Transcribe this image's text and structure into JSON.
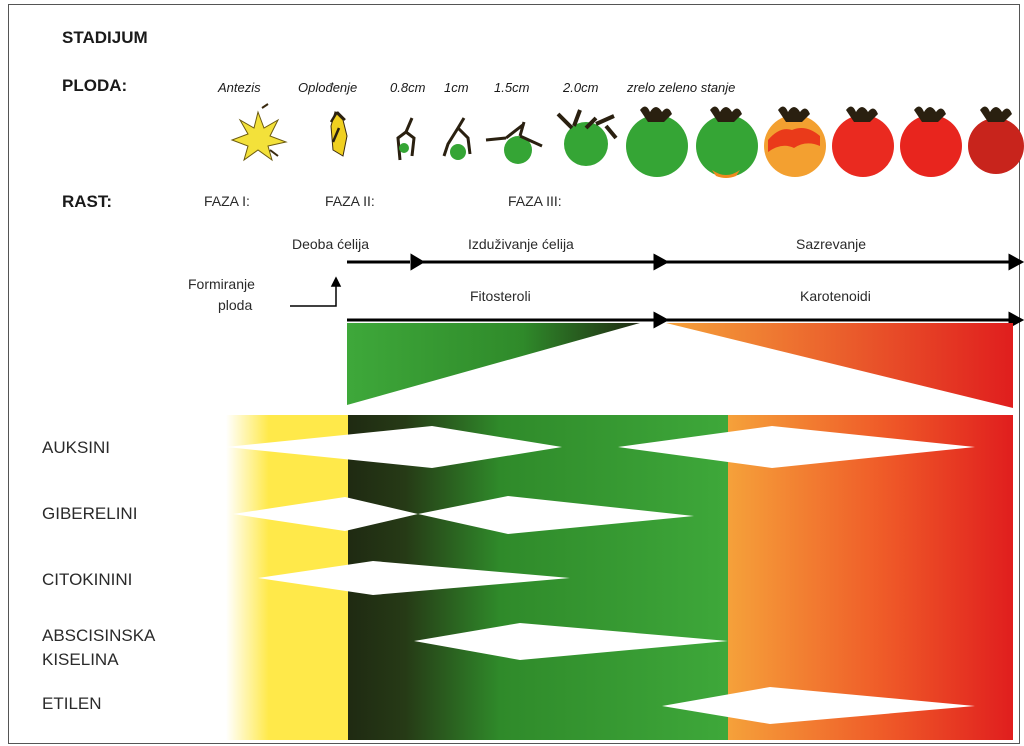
{
  "headers": {
    "stadijum": "STADIJUM",
    "ploda": "PLODA:",
    "rast": "RAST:"
  },
  "stages": [
    "Antezis",
    "Oplođenje",
    "0.8cm",
    "1cm",
    "1.5cm",
    "2.0cm",
    "zrelo zeleno stanje"
  ],
  "phases": [
    "FAZA I:",
    "FAZA II:",
    "FAZA III:"
  ],
  "processes": {
    "deoba": "Deoba ćelija",
    "izduzivanje": "Izduživanje ćelija",
    "sazrevanje": "Sazrevanje",
    "formiranje_line1": "Formiranje",
    "formiranje_line2": "ploda",
    "fitosteroli": "Fitosteroli",
    "karotenoidi": "Karotenoidi"
  },
  "hormones": {
    "auksini": "AUKSINI",
    "giberelini": "GIBERELINI",
    "citokinini": "CITOKININI",
    "abscisinska_line1": "ABSCISINSKA",
    "abscisinska_line2": "KISELINA",
    "etilen": "ETILEN"
  },
  "colors": {
    "yellow": "#ffe94a",
    "dark_green": "#1f2a12",
    "green": "#3ea83a",
    "orange": "#f5a13a",
    "red": "#e01e1e",
    "fruit_red": "#ea2a20",
    "fruit_green": "#35a535"
  }
}
